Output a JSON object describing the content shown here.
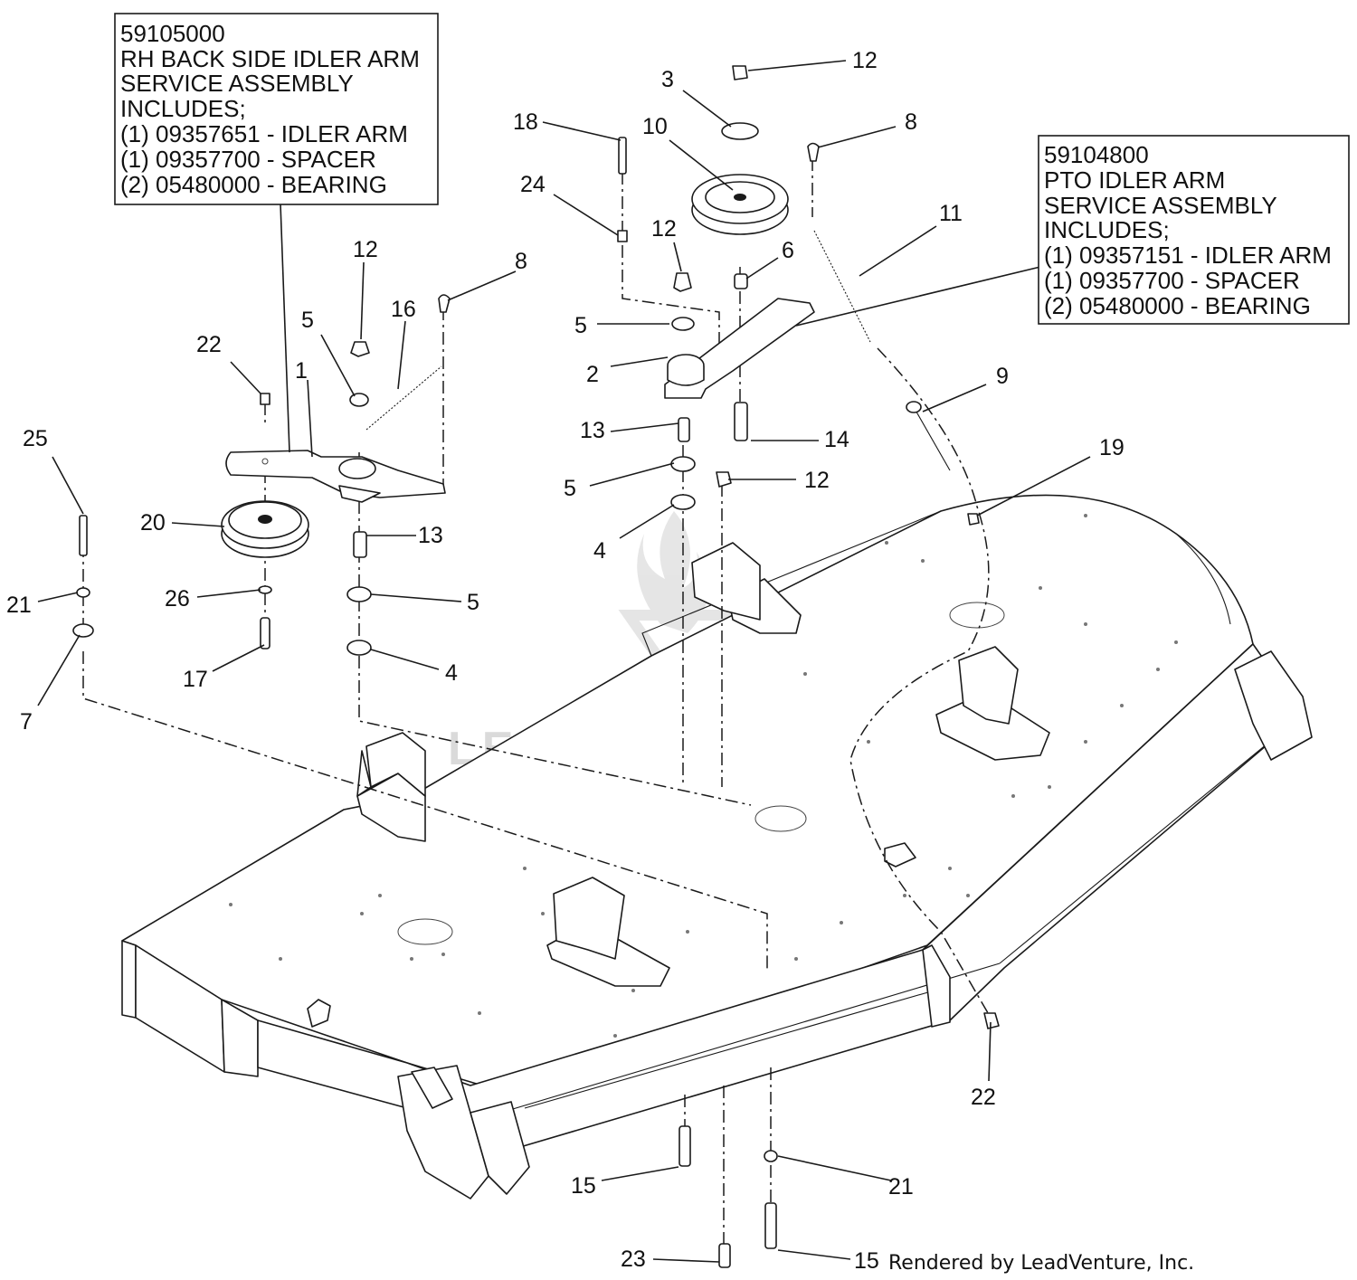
{
  "assemblies": [
    {
      "number": "59105000",
      "lines": [
        "RH BACK SIDE IDLER ARM",
        "SERVICE ASSEMBLY",
        "INCLUDES;",
        "(1) 09357651 - IDLER ARM",
        "(1) 09357700 - SPACER",
        "(2) 05480000 - BEARING"
      ]
    },
    {
      "number": "59104800",
      "lines": [
        "PTO IDLER ARM",
        "SERVICE ASSEMBLY",
        "INCLUDES;",
        "(1) 09357151 - IDLER ARM",
        "(1) 09357700 - SPACER",
        "(2) 05480000 - BEARING"
      ]
    }
  ],
  "callouts": [
    "12",
    "3",
    "10",
    "18",
    "8",
    "24",
    "12",
    "6",
    "11",
    "5",
    "2",
    "13",
    "14",
    "5",
    "4",
    "12",
    "9",
    "19",
    "22",
    "1",
    "5",
    "16",
    "8",
    "12",
    "25",
    "20",
    "13",
    "21",
    "26",
    "5",
    "17",
    "4",
    "7",
    "22",
    "15",
    "21",
    "23",
    "15"
  ],
  "watermark": "LEADVENTURE",
  "credit": "Rendered by LeadVenture, Inc."
}
